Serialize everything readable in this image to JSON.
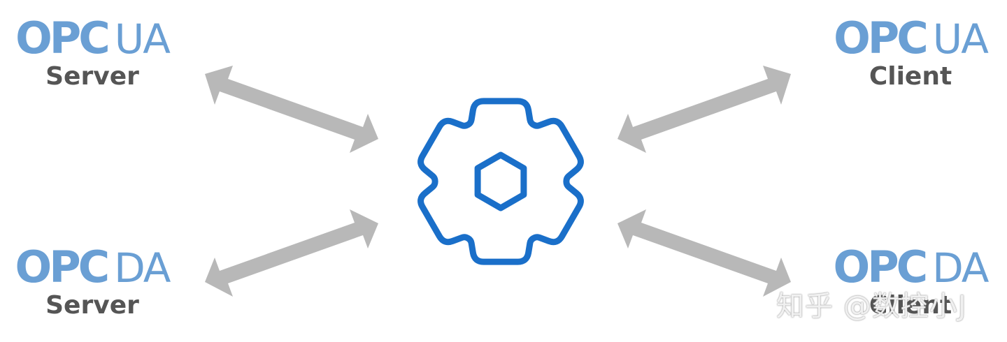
{
  "nodes": {
    "top_left": {
      "brand": "OPC",
      "spec": "UA",
      "role": "Server"
    },
    "bottom_left": {
      "brand": "OPC",
      "spec": "DA",
      "role": "Server"
    },
    "top_right": {
      "brand": "OPC",
      "spec": "UA",
      "role": "Client"
    },
    "bottom_right": {
      "brand": "OPC",
      "spec": "DA",
      "role": "Client"
    }
  },
  "hub": {
    "icon": "gear-icon",
    "inner_icon": "hexagon-icon"
  },
  "arrows": {
    "style": "double-headed",
    "count": 4
  },
  "watermark": {
    "text": "知乎 @数控小J"
  },
  "colors": {
    "brand_blue": "#6a9fd4",
    "gear_blue": "#1a6fc9",
    "arrow_gray": "#b8b8b8",
    "role_gray": "#555555"
  }
}
